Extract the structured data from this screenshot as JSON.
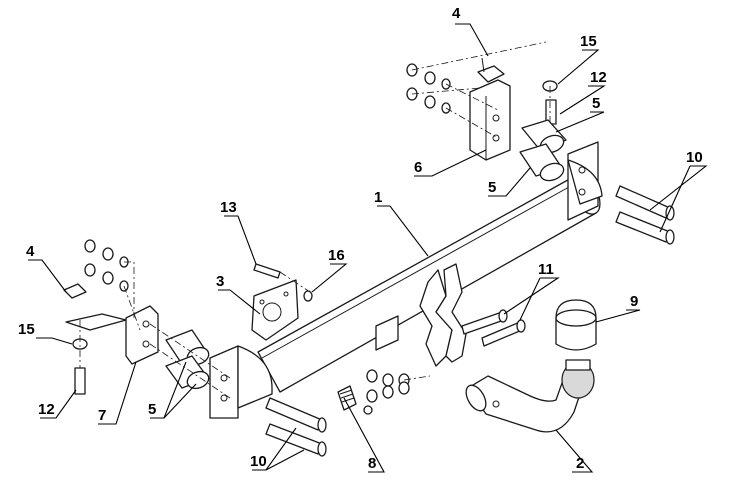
{
  "callouts": [
    {
      "id": "c1",
      "text": "1"
    },
    {
      "id": "c2",
      "text": "2"
    },
    {
      "id": "c3",
      "text": "3"
    },
    {
      "id": "c4a",
      "text": "4"
    },
    {
      "id": "c4b",
      "text": "4"
    },
    {
      "id": "c5a",
      "text": "5"
    },
    {
      "id": "c5b",
      "text": "5"
    },
    {
      "id": "c5c",
      "text": "5"
    },
    {
      "id": "c6",
      "text": "6"
    },
    {
      "id": "c7",
      "text": "7"
    },
    {
      "id": "c8",
      "text": "8"
    },
    {
      "id": "c9",
      "text": "9"
    },
    {
      "id": "c10a",
      "text": "10"
    },
    {
      "id": "c10b",
      "text": "10"
    },
    {
      "id": "c11",
      "text": "11"
    },
    {
      "id": "c12a",
      "text": "12"
    },
    {
      "id": "c12b",
      "text": "12"
    },
    {
      "id": "c13",
      "text": "13"
    },
    {
      "id": "c15a",
      "text": "15"
    },
    {
      "id": "c15b",
      "text": "15"
    },
    {
      "id": "c16",
      "text": "16"
    }
  ]
}
